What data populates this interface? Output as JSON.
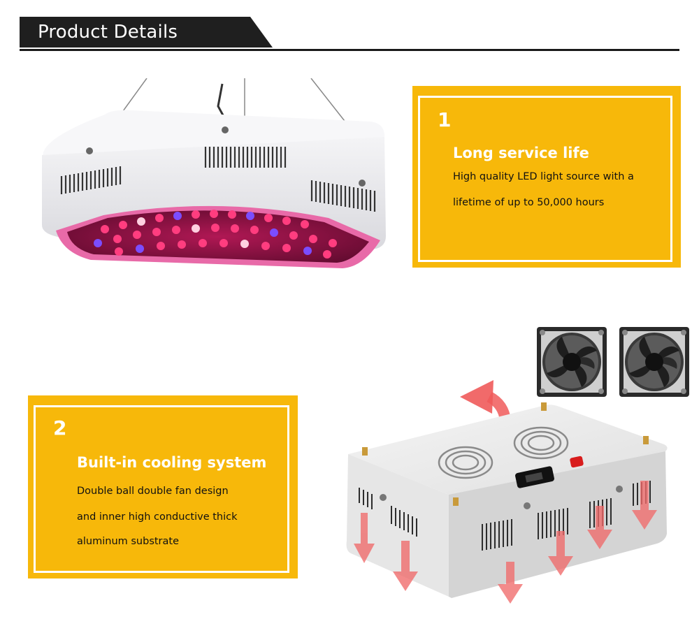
{
  "header": {
    "title": "Product Details"
  },
  "features": [
    {
      "number": "1",
      "title": "Long service life",
      "lines": [
        "High quality LED light source with a",
        "lifetime of up to 50,000 hours"
      ]
    },
    {
      "number": "2",
      "title": "Built-in cooling system",
      "lines": [
        "Double ball double fan design",
        "and inner high conductive thick",
        "aluminum substrate"
      ]
    }
  ],
  "colors": {
    "accent": "#f7b80a",
    "header_bg": "#1f1f1f",
    "led_red": "#e0245e",
    "led_blue": "#6a3cff",
    "arrow_red": "#f06a6a"
  },
  "icons": [
    "led-grow-light-image",
    "cooling-fan-icon",
    "heat-flow-arrow-icon",
    "grow-light-back-panel-image"
  ]
}
